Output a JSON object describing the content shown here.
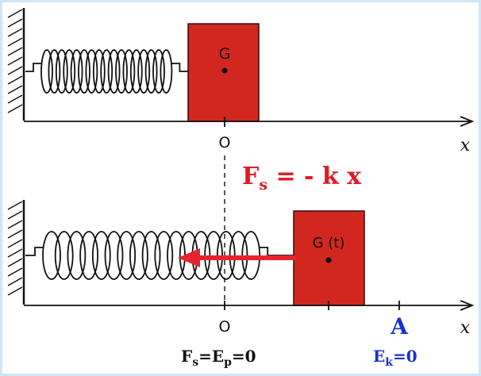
{
  "colors": {
    "frame": "#cfe6f7",
    "background": "#ffffff",
    "ink": "#111111",
    "block_fill": "#d2271f",
    "block_stroke": "#3b0a06",
    "arrow": "#e8232e",
    "accent_red": "#e01b22",
    "accent_blue": "#1a2fd6"
  },
  "top_panel": {
    "block_label": "G",
    "origin_label": "O",
    "axis_label": "x"
  },
  "bottom_panel": {
    "block_label": "G (t)",
    "origin_label": "O",
    "amplitude_label": "A",
    "axis_label": "x"
  },
  "formula": {
    "lhs": "F",
    "lhs_sub": "s",
    "rhs": " = - k x"
  },
  "legend": {
    "left": {
      "f": "F",
      "f_sub": "s",
      "mid": "=E",
      "p_sub": "p",
      "tail": "=0"
    },
    "right": {
      "e": "E",
      "k_sub": "k",
      "tail": "=0"
    }
  }
}
